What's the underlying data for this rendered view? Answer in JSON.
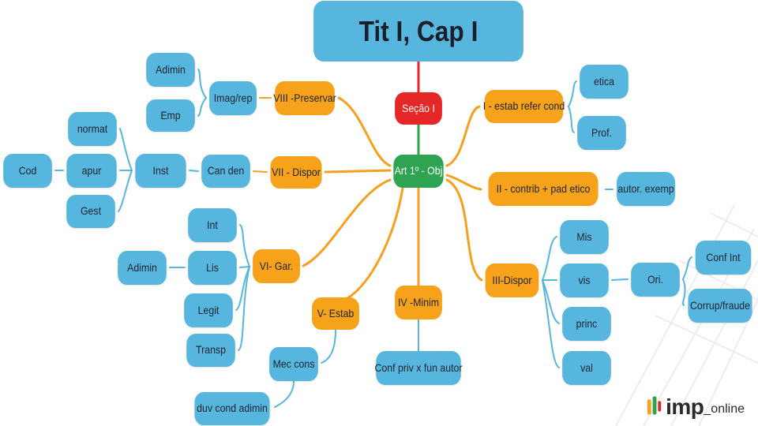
{
  "diagram": {
    "title": "Tit I, Cap I",
    "center": "Art 1º - Obj",
    "section": "Seção I",
    "nodes": {
      "viii_preservar": "VIII -Preservar",
      "imag_rep": "Imag/rep",
      "adimin_1": "Adimin",
      "emp": "Emp",
      "i_estab": "I - estab refer cond",
      "etica": "etica",
      "prof": "Prof.",
      "vii_dispor": "VII - Dispor",
      "can_den": "Can den",
      "inst": "Inst",
      "normat": "normat",
      "apur": "apur",
      "gest": "Gest",
      "cod": "Cod",
      "ii_contrib": "II - contrib + pad etico",
      "autor_exemp": "autor. exemp",
      "vi_gar": "VI- Gar.",
      "int": "Int",
      "lis": "Lis",
      "legit": "Legit",
      "transp": "Transp",
      "adimin_2": "Adimin",
      "iii_dispor": "III-Dispor",
      "mis": "Mis",
      "vis": "vis",
      "princ": "princ",
      "val": "val",
      "ori": "Ori.",
      "conf_int": "Conf Int",
      "corrup_fraude": "Corrup/fraude",
      "v_estab": "V- Estab",
      "mec_cons": "Mec cons",
      "duv_cond_adimin": "duv cond adimin",
      "iv_minim": "IV -Minim",
      "conf_priv": "Conf priv x fun autor"
    }
  },
  "logo": {
    "brand": "imp",
    "suffix": "_online"
  },
  "colors": {
    "blue": "#56b6dd",
    "orange": "#f6a21a",
    "green": "#2ea452",
    "red": "#e62727",
    "link_orange": "#f5a01f",
    "link_blue": "#56b6dd",
    "link_green": "#2ea452",
    "link_red": "#e62727"
  }
}
